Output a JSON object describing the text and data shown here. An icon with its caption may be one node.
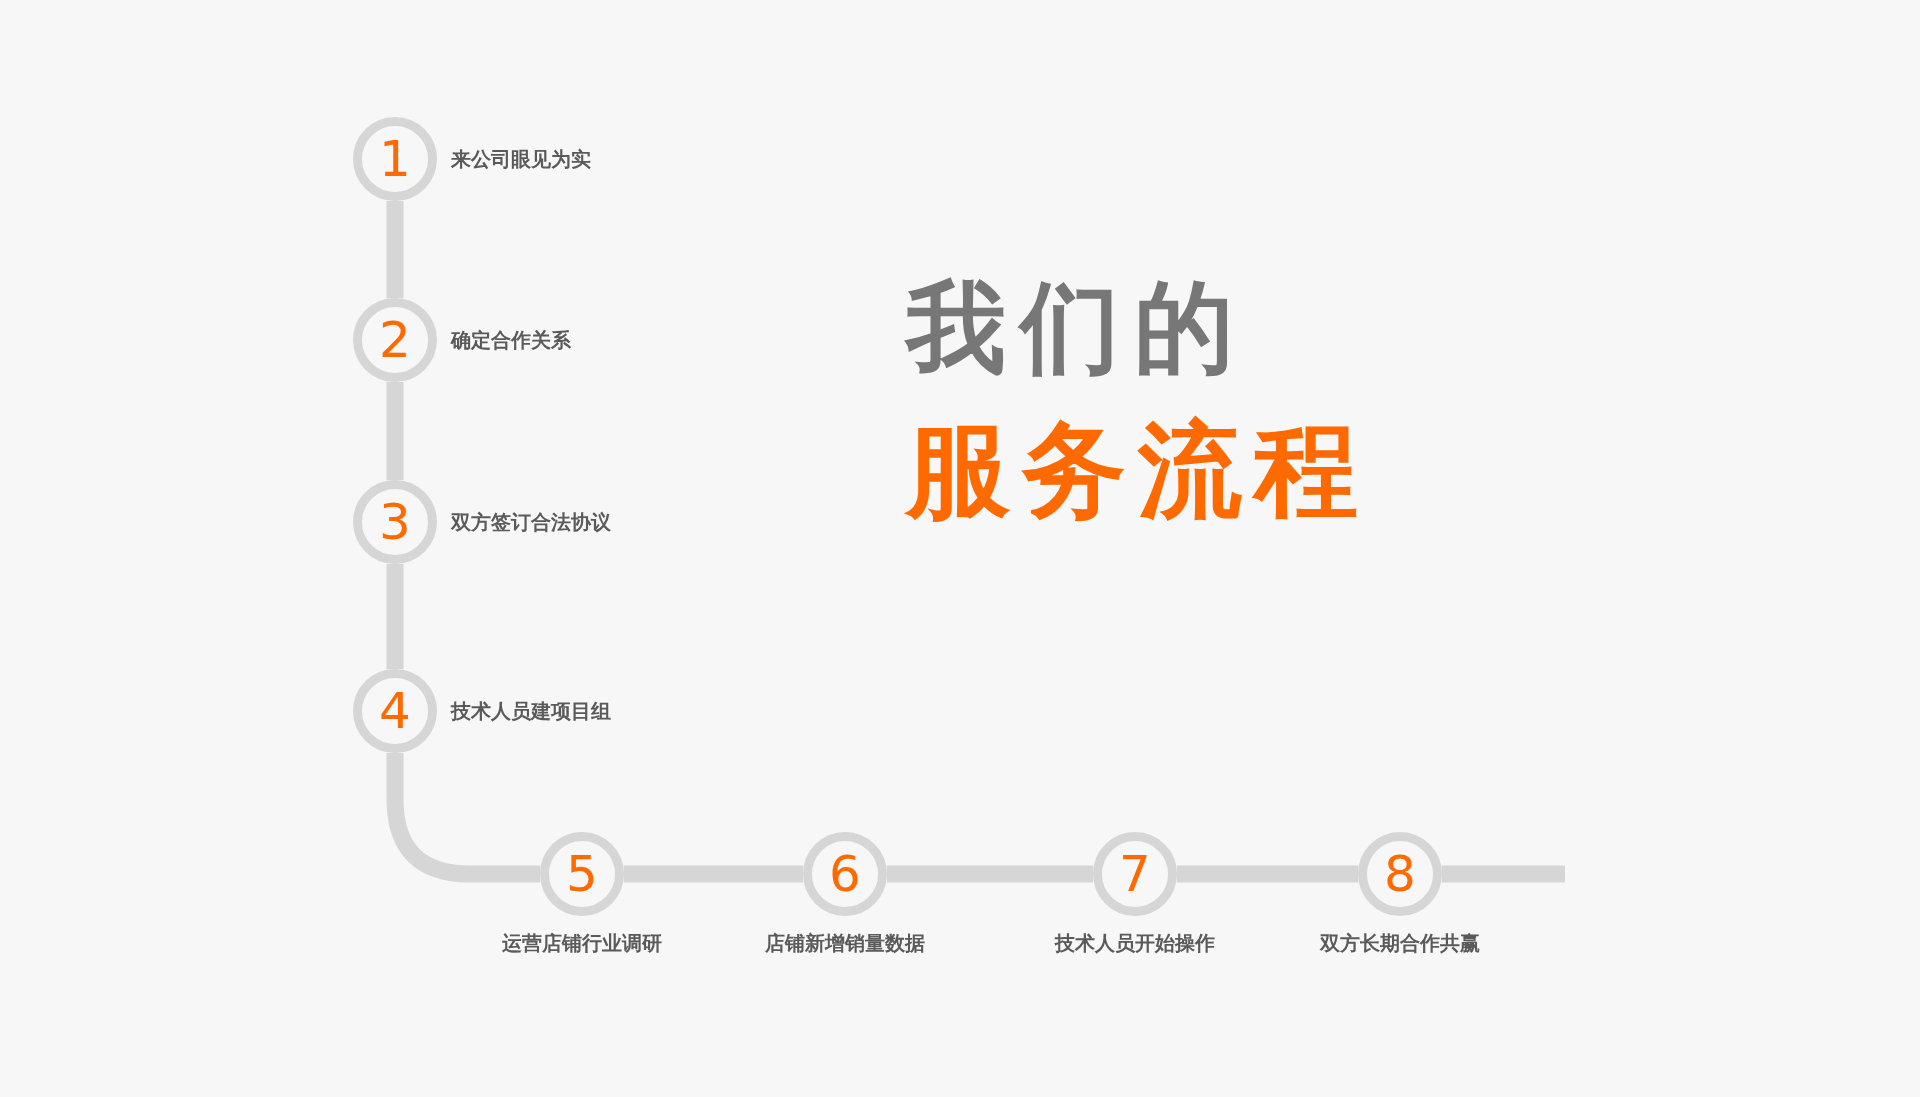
{
  "diagram": {
    "title": "我们的",
    "nodes": [
      {
        "text": [
          "1"
        ],
        "beside": [
          "来公司眼见为实"
        ]
      },
      {
        "text": [
          "2"
        ],
        "beside": [
          "确定合作关系"
        ]
      },
      {
        "text": [
          "3"
        ],
        "beside": [
          "双方签订合法协议"
        ]
      },
      {
        "text": [
          "4"
        ],
        "beside": [
          "技术人员建项目组"
        ]
      },
      {
        "text": [
          "5"
        ],
        "beside": [
          "运营店铺行业调研"
        ]
      },
      {
        "text": [
          "6"
        ],
        "beside": [
          "店铺新增销量数据"
        ]
      },
      {
        "text": [
          "7"
        ],
        "beside": [
          "技术人员开始操作"
        ]
      },
      {
        "text": [
          "8"
        ],
        "beside": [
          "双方长期合作共赢"
        ]
      }
    ],
    "edges": [
      {
        "from": 0,
        "to": 1,
        "arrow": "none"
      },
      {
        "from": 1,
        "to": 2,
        "arrow": "none"
      },
      {
        "from": 2,
        "to": 3,
        "arrow": "none"
      },
      {
        "from": 3,
        "to": 4,
        "arrow": "none"
      },
      {
        "from": 4,
        "to": 5,
        "arrow": "none"
      },
      {
        "from": 5,
        "to": 6,
        "arrow": "none"
      },
      {
        "from": 6,
        "to": 7,
        "arrow": "none"
      },
      {
        "from": 7,
        "to": null,
        "arrow": "none"
      }
    ],
    "labels": [
      "服务流程"
    ]
  }
}
